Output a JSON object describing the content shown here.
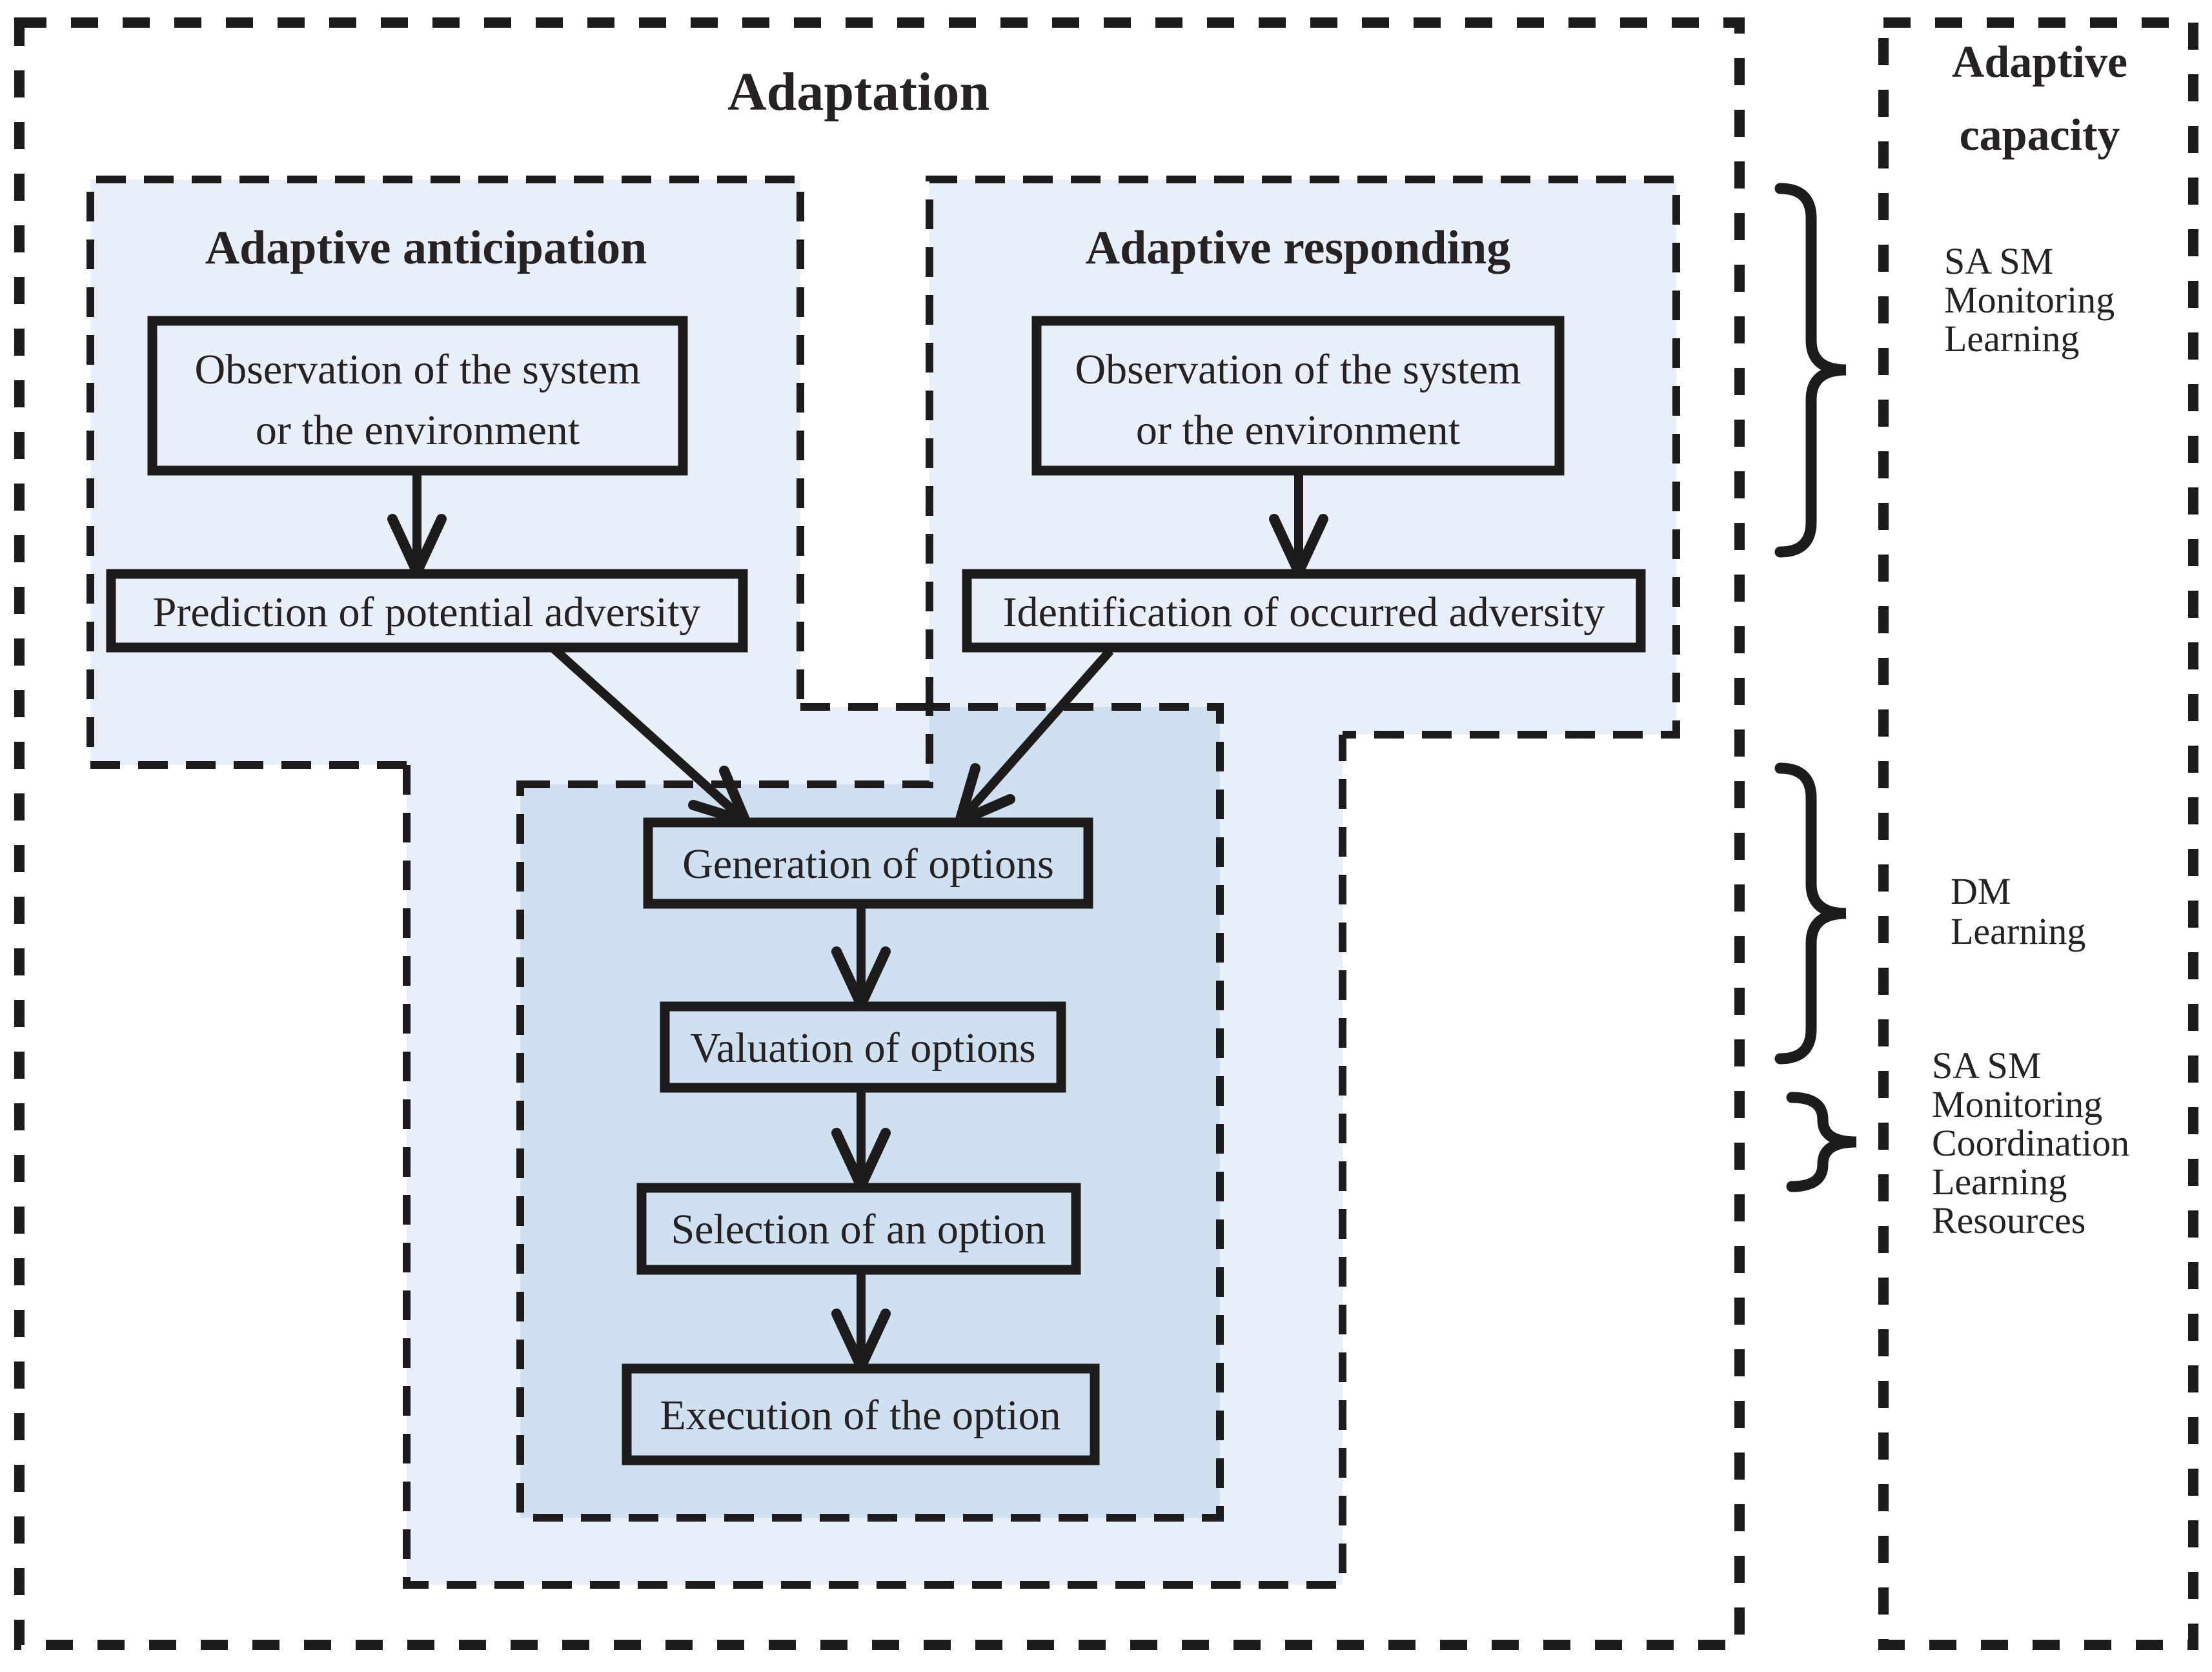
{
  "colors": {
    "panel_light": "#e9eff9",
    "panel_dark": "#cfe0f1",
    "ink": "#1e1b1c",
    "text": "#262122",
    "background": "#ffffff"
  },
  "outer": {
    "title": "Adaptation"
  },
  "anticipation": {
    "title": "Adaptive anticipation",
    "observation_line1": "Observation of the system",
    "observation_line2": "or the environment",
    "prediction": "Prediction of potential adversity"
  },
  "responding": {
    "title": "Adaptive responding",
    "observation_line1": "Observation of the system",
    "observation_line2": "or the environment",
    "identification": "Identification of occurred adversity"
  },
  "decision": {
    "generation": "Generation of options",
    "valuation": "Valuation of options",
    "selection": "Selection of an option",
    "execution": "Execution of the option"
  },
  "capacity": {
    "title_line1": "Adaptive",
    "title_line2": "capacity",
    "groups": {
      "observe": [
        "SA SM",
        "Monitoring",
        "Learning"
      ],
      "decide": [
        "DM",
        "Learning"
      ],
      "execute": [
        "SA SM",
        "Monitoring",
        "Coordination",
        "Learning",
        "Resources"
      ]
    }
  }
}
